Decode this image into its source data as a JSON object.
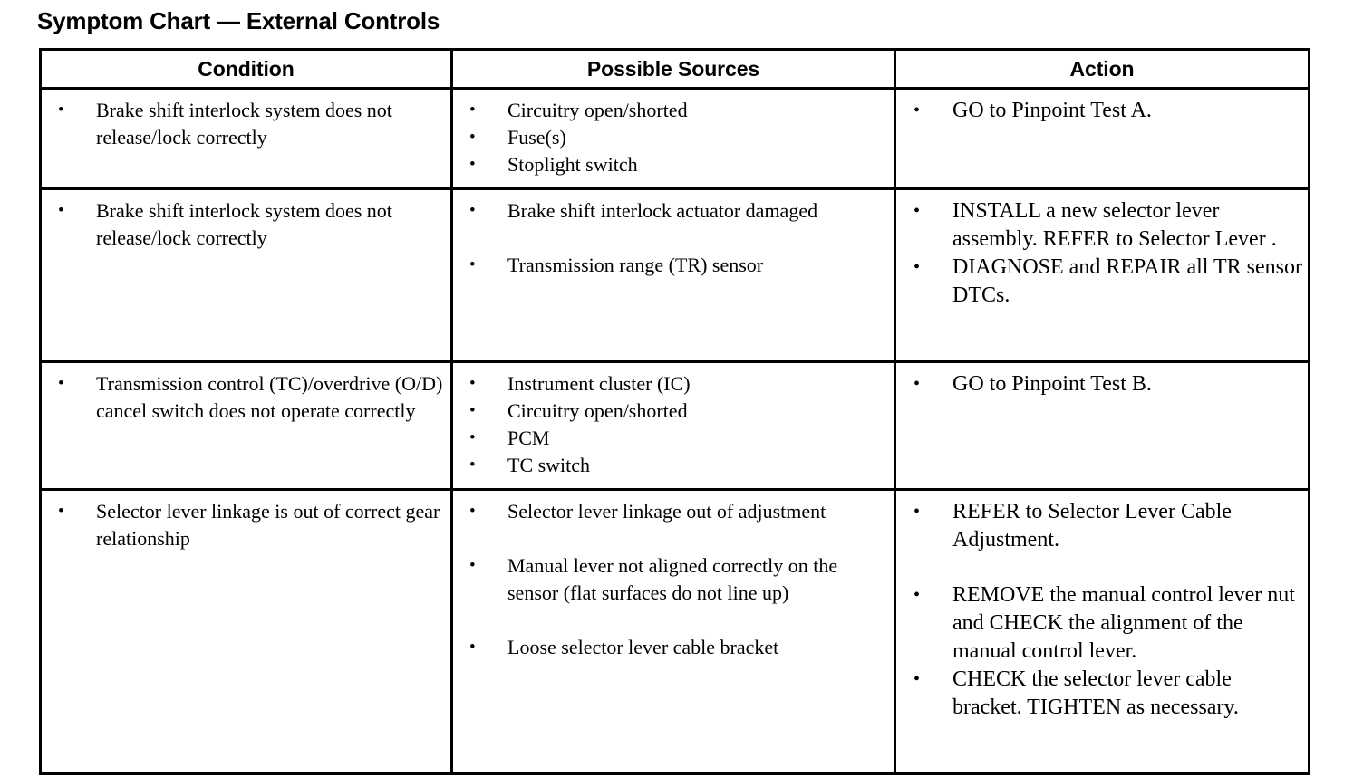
{
  "title": "Symptom Chart — External Controls",
  "table": {
    "headers": [
      "Condition",
      "Possible Sources",
      "Action"
    ],
    "bullet_glyph": "•",
    "rows": [
      {
        "condition": [
          {
            "text": "Brake shift interlock system does not release/lock correctly",
            "gap": false
          }
        ],
        "sources": [
          {
            "text": "Circuitry open/shorted",
            "gap": false
          },
          {
            "text": "Fuse(s)",
            "gap": false
          },
          {
            "text": "Stoplight switch",
            "gap": false
          }
        ],
        "action": [
          {
            "text": "GO to Pinpoint Test A.",
            "gap": false
          }
        ]
      },
      {
        "condition": [
          {
            "text": "Brake shift interlock system does not release/lock correctly",
            "gap": false
          }
        ],
        "sources": [
          {
            "text": "Brake shift interlock actuator damaged",
            "gap": false
          },
          {
            "text": "Transmission range (TR) sensor",
            "gap": true
          }
        ],
        "action": [
          {
            "text": "INSTALL a new selector lever assembly. REFER to Selector Lever .",
            "gap": false
          },
          {
            "text": "DIAGNOSE and REPAIR all TR sensor DTCs.",
            "gap": false
          }
        ]
      },
      {
        "condition": [
          {
            "text": "Transmission control (TC)/overdrive (O/D) cancel switch does not operate correctly",
            "gap": false
          }
        ],
        "sources": [
          {
            "text": "Instrument cluster (IC)",
            "gap": false
          },
          {
            "text": "Circuitry open/shorted",
            "gap": false
          },
          {
            "text": "PCM",
            "gap": false
          },
          {
            "text": "TC switch",
            "gap": false
          }
        ],
        "action": [
          {
            "text": "GO to Pinpoint Test B.",
            "gap": false
          }
        ]
      },
      {
        "condition": [
          {
            "text": "Selector lever linkage is out of correct gear relationship",
            "gap": false
          }
        ],
        "sources": [
          {
            "text": "Selector lever linkage out of adjustment",
            "gap": false
          },
          {
            "text": "Manual lever not aligned correctly on the sensor (flat surfaces do not line up)",
            "gap": true
          },
          {
            "text": "Loose selector lever cable bracket",
            "gap": true
          }
        ],
        "action": [
          {
            "text": "REFER to Selector Lever Cable Adjustment.",
            "gap": false
          },
          {
            "text": "REMOVE the manual control lever nut and CHECK the alignment of the manual control lever.",
            "gap": true
          },
          {
            "text": "CHECK the selector lever cable bracket. TIGHTEN as necessary.",
            "gap": false
          }
        ]
      }
    ]
  },
  "colors": {
    "page_background": "#ffffff",
    "text": "#000000",
    "border": "#000000"
  }
}
